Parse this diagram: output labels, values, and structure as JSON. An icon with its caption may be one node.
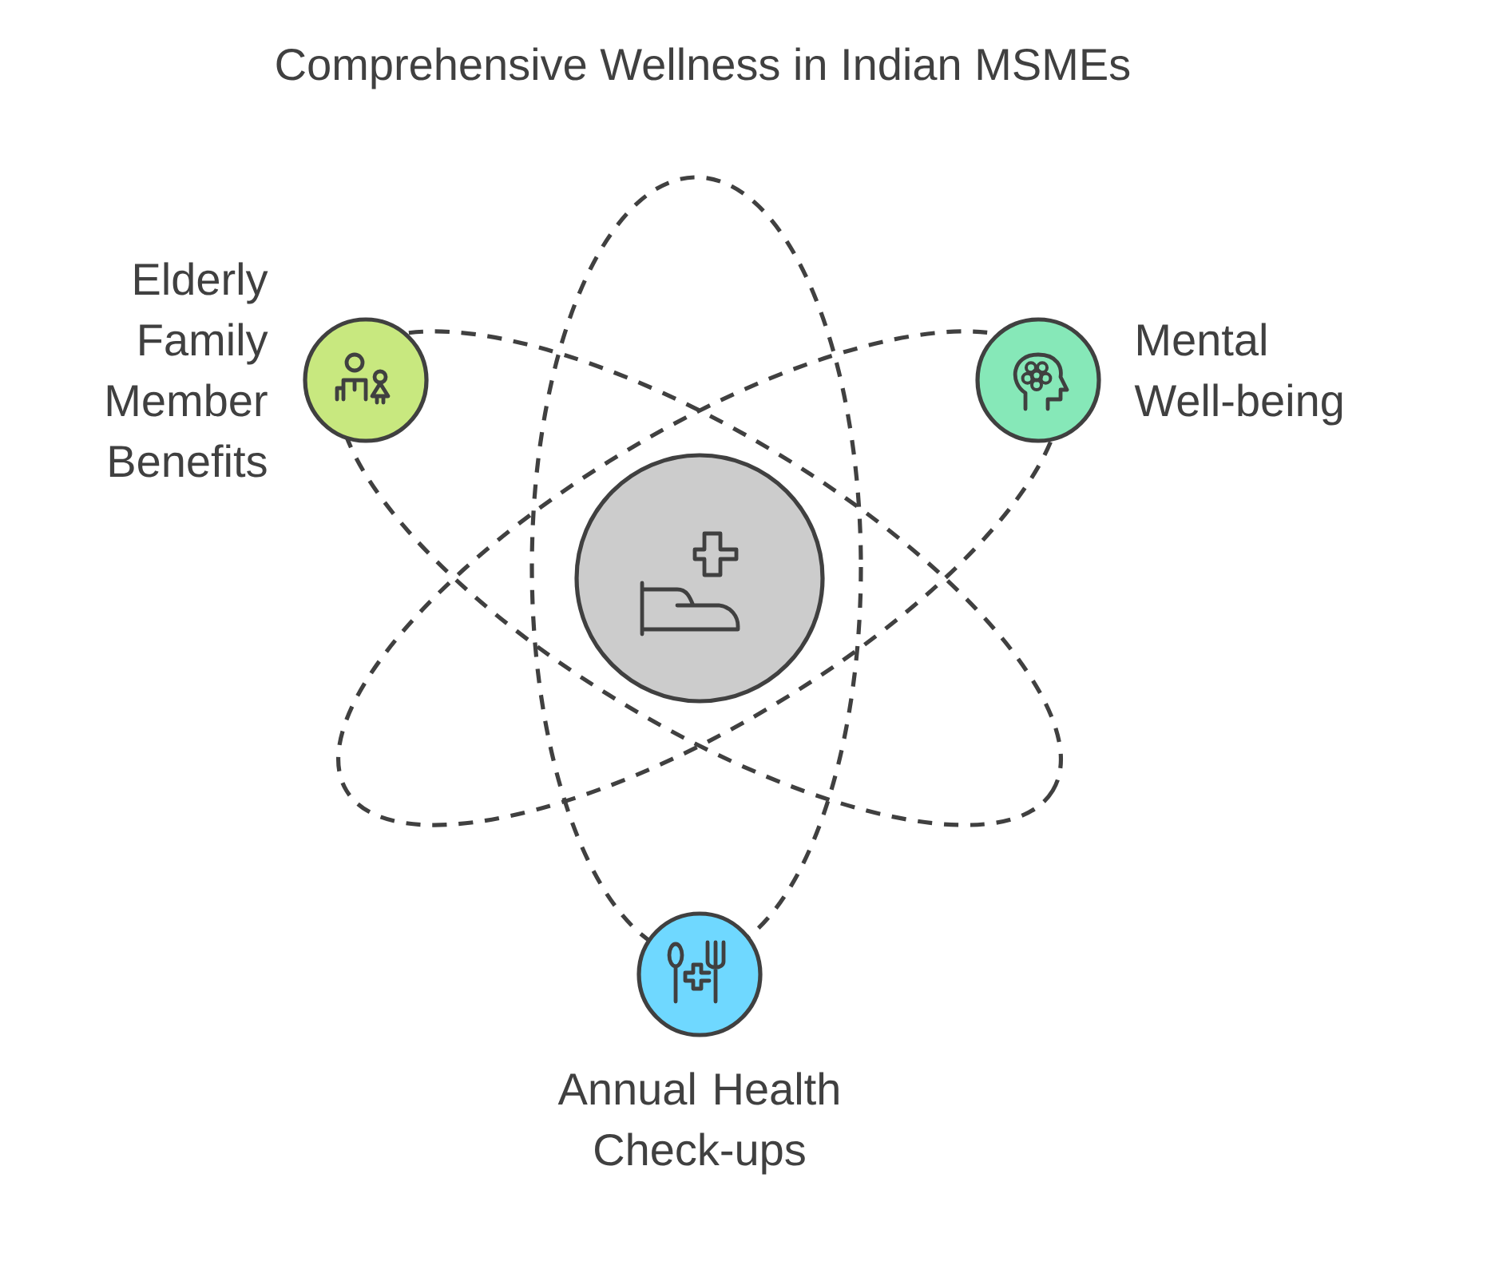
{
  "diagram": {
    "title": "Comprehensive Wellness in Indian MSMEs",
    "nodes": [
      {
        "text": [],
        "shape": "circle",
        "beside": [
          "Elderly Family Member Benefits"
        ]
      },
      {
        "text": [],
        "shape": "circle",
        "beside": [
          "Mental Well-being"
        ]
      },
      {
        "text": [],
        "shape": "circle"
      },
      {
        "text": [],
        "shape": "circle",
        "beside": [
          "Annual Health Check-ups"
        ]
      }
    ]
  }
}
